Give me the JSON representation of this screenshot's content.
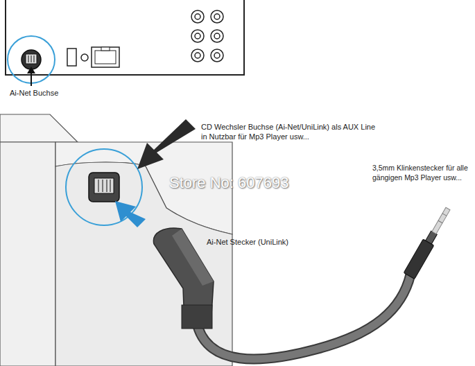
{
  "diagram": {
    "labels": [
      "Ai-Net Buchse",
      "CD Wechsler Buchse (Ai-Net/UniLink) als AUX Line in Nutzbar für Mp3 Player usw...",
      "Store No: 607693",
      "3,5mm Klinkenstecker für alle gängigen Mp3 Player usw...",
      "Ai-Net Stecker (UniLink)"
    ]
  }
}
